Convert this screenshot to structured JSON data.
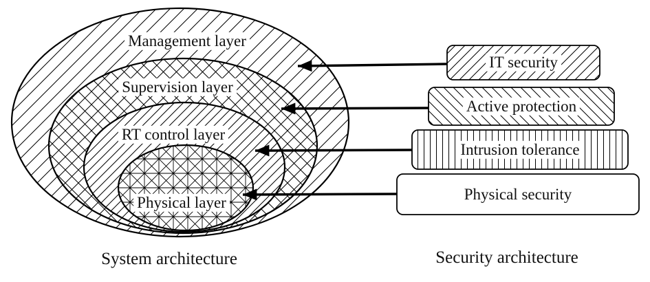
{
  "diagram": {
    "title_area": {},
    "system": {
      "caption": "System architecture",
      "layers": [
        {
          "label": "Management layer",
          "hatch": "diagonal-forward"
        },
        {
          "label": "Supervision layer",
          "hatch": "crosshatch"
        },
        {
          "label": "RT control layer",
          "hatch": "diagonal-forward-dense"
        },
        {
          "label": "Physical layer",
          "hatch": "grid-crosshatch"
        }
      ]
    },
    "security": {
      "caption": "Security architecture",
      "boxes": [
        {
          "label": "IT security",
          "hatch": "diagonal-forward"
        },
        {
          "label": "Active protection",
          "hatch": "diagonal-backward"
        },
        {
          "label": "Intrusion tolerance",
          "hatch": "vertical-lines"
        },
        {
          "label": "Physical security",
          "hatch": "none"
        }
      ]
    },
    "arrows": [
      {
        "from": "IT security",
        "to": "Management layer"
      },
      {
        "from": "Active protection",
        "to": "Supervision layer"
      },
      {
        "from": "Intrusion tolerance",
        "to": "RT control layer"
      },
      {
        "from": "Physical security",
        "to": "Physical layer"
      }
    ],
    "colors": {
      "stroke": "#000000",
      "background": "#ffffff"
    }
  }
}
